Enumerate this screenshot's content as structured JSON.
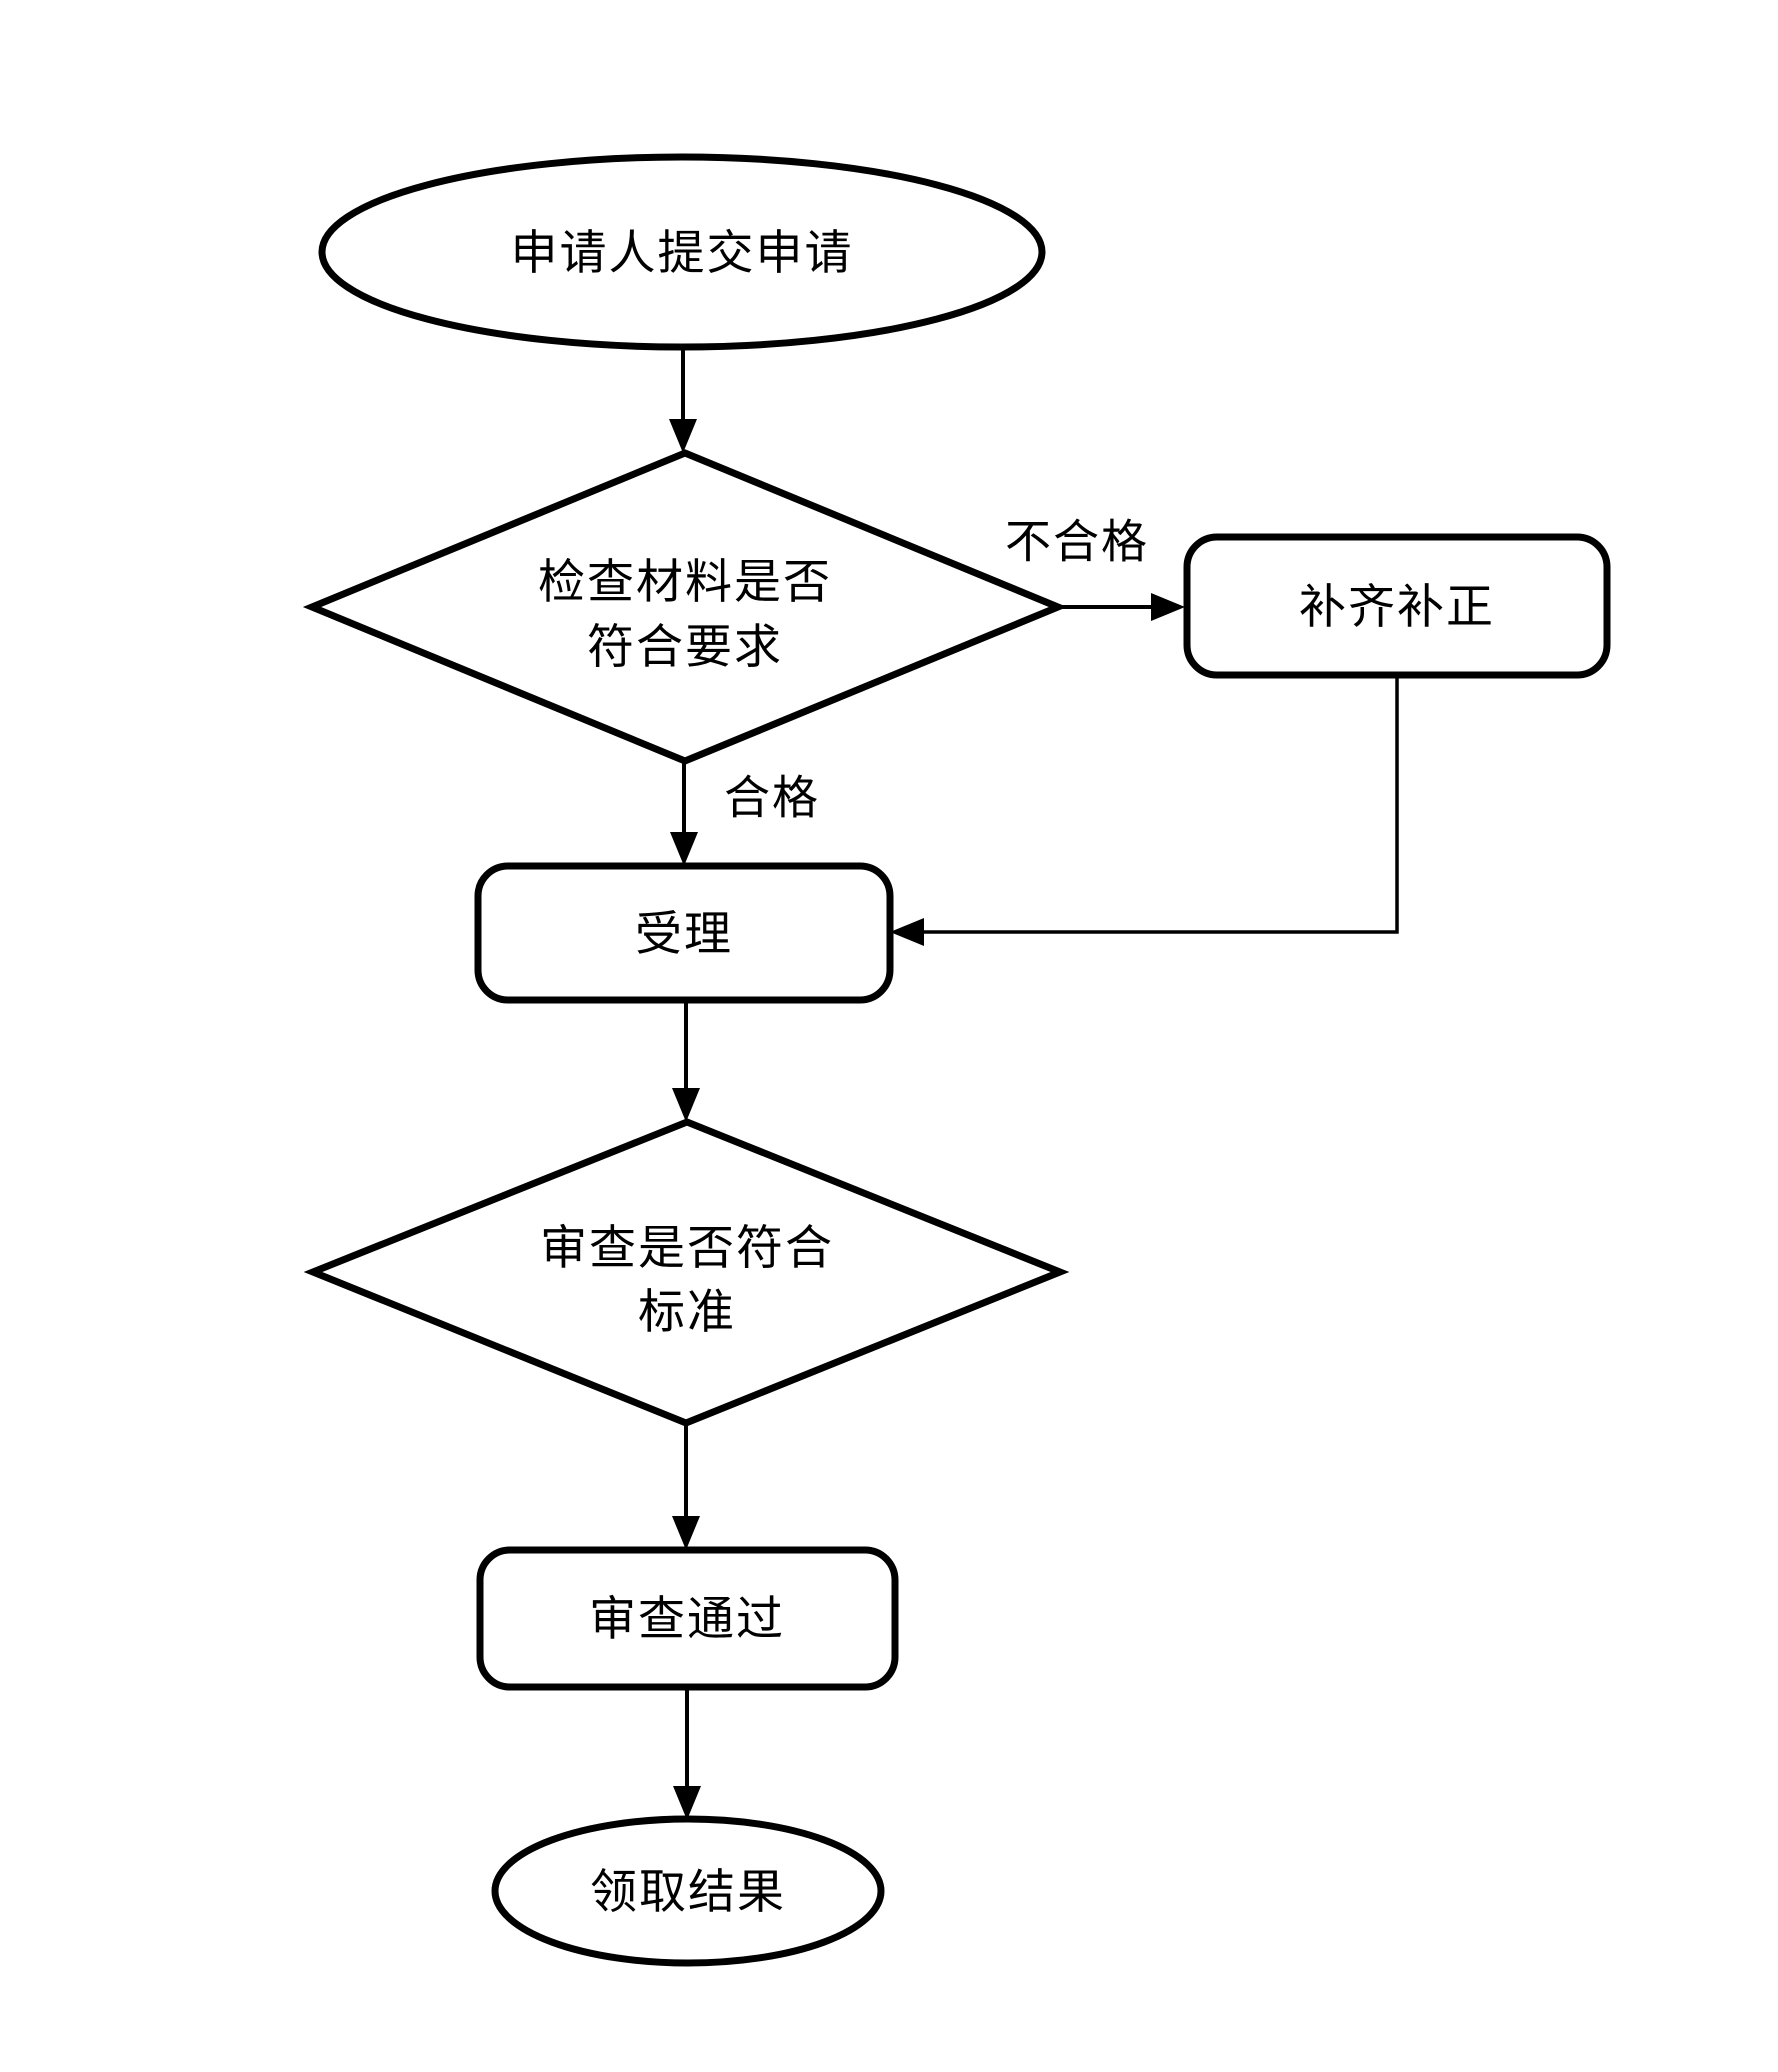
{
  "diagram": {
    "nodes": {
      "start": {
        "type": "terminator",
        "label": "申请人提交申请"
      },
      "check_materials": {
        "type": "decision",
        "line1": "检查材料是否",
        "line2": "符合要求"
      },
      "supplement": {
        "type": "process",
        "label": "补齐补正"
      },
      "accept": {
        "type": "process",
        "label": "受理"
      },
      "review": {
        "type": "decision",
        "line1": "审查是否符合",
        "line2": "标准"
      },
      "review_passed": {
        "type": "process",
        "label": "审查通过"
      },
      "end": {
        "type": "terminator",
        "label": "领取结果"
      }
    },
    "edge_labels": {
      "unqualified": "不合格",
      "qualified": "合格"
    },
    "colors": {
      "stroke": "#000000",
      "shape_fill": "#ffffff",
      "background": "#ffffff"
    }
  }
}
